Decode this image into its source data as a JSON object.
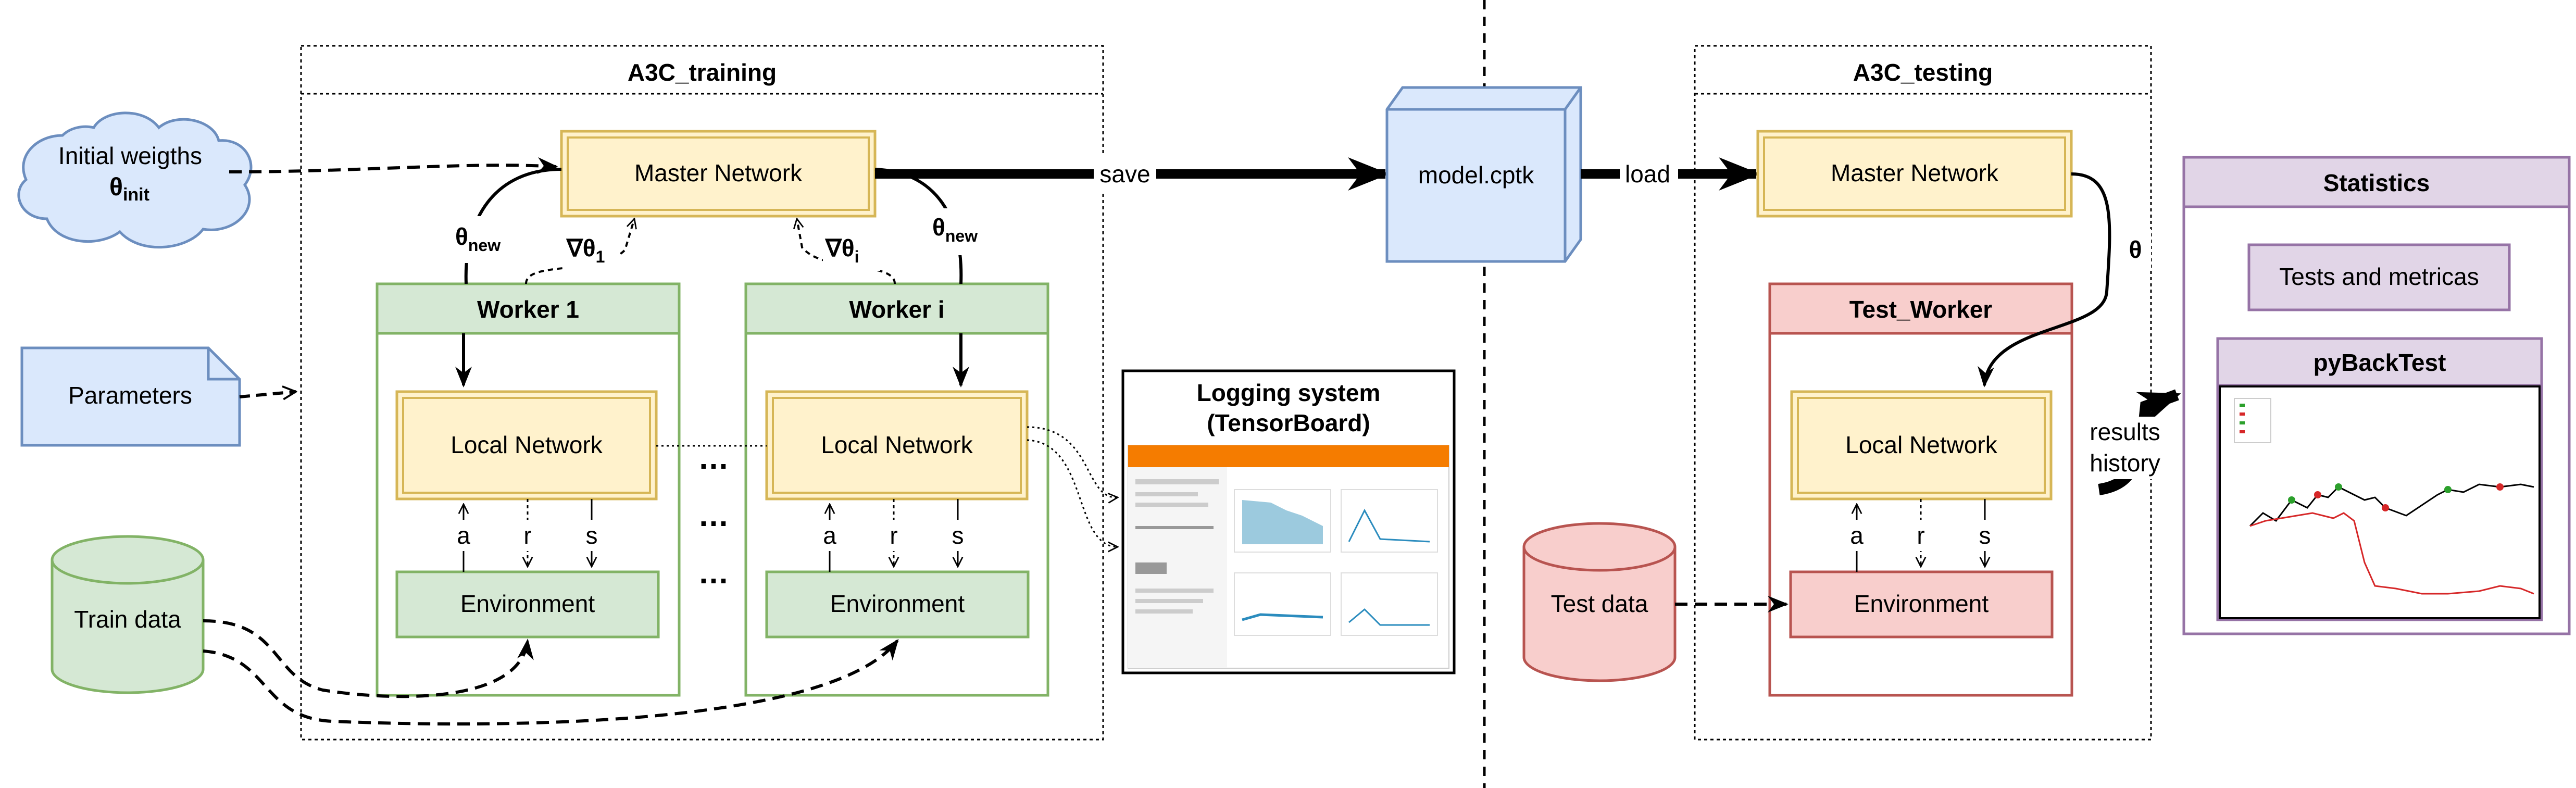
{
  "training": {
    "title": "A3C_training",
    "master": "Master Network",
    "theta_new_left": "θ",
    "theta_new_right": "θ",
    "new_sub": "new",
    "grad_1": "∇θ",
    "grad_1_sub": "1",
    "grad_i": "∇θ",
    "grad_i_sub": "i",
    "worker1": {
      "title": "Worker 1",
      "local": "Local Network",
      "env": "Environment",
      "a": "a",
      "r": "r",
      "s": "s"
    },
    "workeri": {
      "title": "Worker i",
      "local": "Local Network",
      "env": "Environment",
      "a": "a",
      "r": "r",
      "s": "s"
    },
    "dots": [
      "…",
      "…",
      "…"
    ]
  },
  "initial": {
    "line1": "Initial weigths",
    "theta": "θ",
    "sub": "init"
  },
  "parameters": "Parameters",
  "train_data": "Train data",
  "save_label": "save",
  "load_label": "load",
  "model": "model.cptk",
  "logging": {
    "line1": "Logging system",
    "line2": "(TensorBoard)"
  },
  "testing": {
    "title": "A3C_testing",
    "master": "Master Network",
    "theta": "θ",
    "worker": "Test_Worker",
    "local": "Local Network",
    "env": "Environment",
    "a": "a",
    "r": "r",
    "s": "s"
  },
  "test_data": "Test data",
  "results": {
    "line1": "results",
    "line2": "history"
  },
  "statistics": {
    "title": "Statistics",
    "metrics": "Tests and metricas",
    "backtest": "pyBackTest"
  },
  "colors": {
    "green_fill": "#d5e8d4",
    "green_stroke": "#82b366",
    "yellow_fill": "#fff2cc",
    "yellow_stroke": "#d6b656",
    "blue_fill": "#dae8fc",
    "blue_stroke": "#6c8ebf",
    "red_fill": "#f8cecc",
    "red_stroke": "#b85450",
    "purple_fill": "#e1d5e7",
    "purple_stroke": "#9673a6",
    "tb_orange": "#f57c00"
  }
}
